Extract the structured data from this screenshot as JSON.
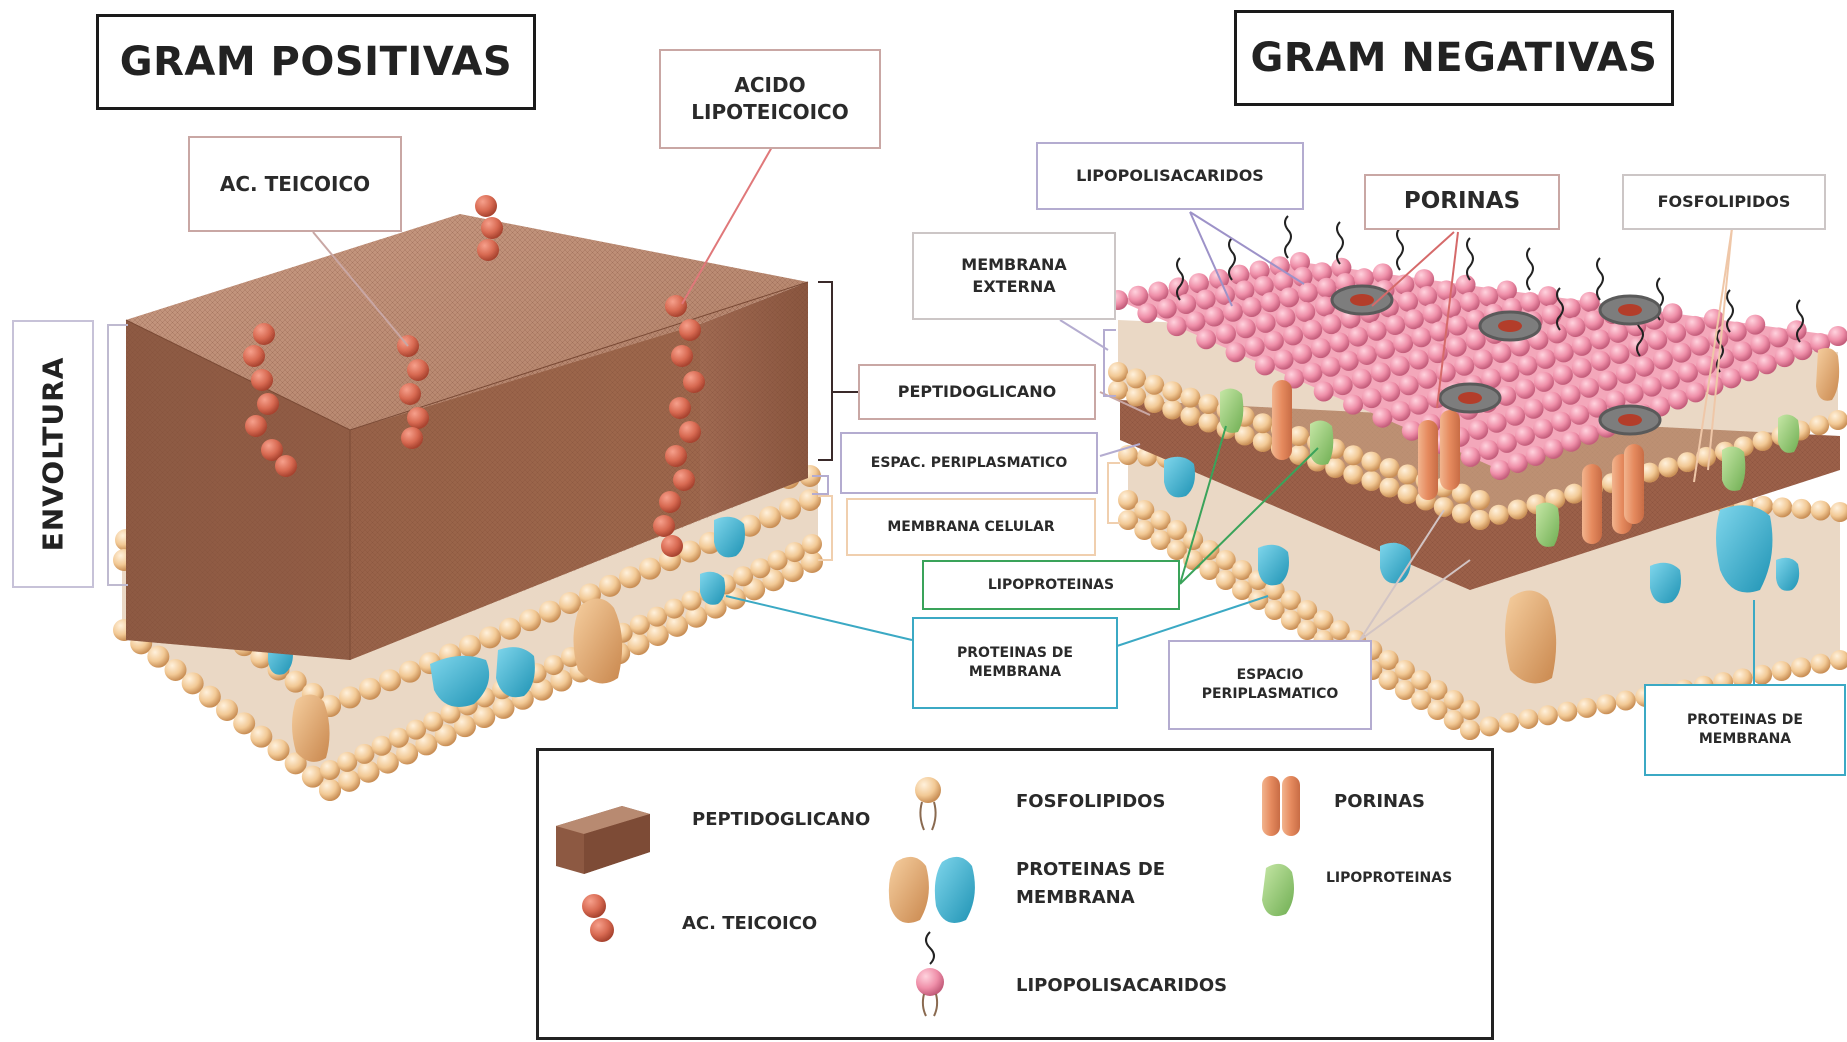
{
  "titles": {
    "gram_pos": "GRAM POSITIVAS",
    "gram_neg": "GRAM NEGATIVAS"
  },
  "labels": {
    "ac_teicoico": "AC. TEICOICO",
    "acido_lipoteicoico": "ACIDO LIPOTEICOICO",
    "envoltura": "ENVOLTURA",
    "lipopolisacaridos": "LIPOPOLISACARIDOS",
    "porinas": "PORINAS",
    "fosfolipidos": "FOSFOLIPIDOS",
    "membrana_externa": "MEMBRANA EXTERNA",
    "peptidoglicano": "PEPTIDOGLICANO",
    "espac_periplasmatico": "ESPAC. PERIPLASMATICO",
    "membrana_celular": "MEMBRANA  CELULAR",
    "lipoproteinas": "LIPOPROTEINAS",
    "proteinas_membrana_center": "PROTEINAS  DE MEMBRANA",
    "espacio_periplasmatico": "ESPACIO PERIPLASMATICO",
    "proteinas_membrana_right": "PROTEINAS  DE MEMBRANA"
  },
  "legend": {
    "peptidoglicano": "PEPTIDOGLICANO",
    "ac_teicoico": "AC. TEICOICO",
    "fosfolipidos": "FOSFOLIPIDOS",
    "proteinas_membrana": "PROTEINAS  DE MEMBRANA",
    "lipopolisacaridos": "LIPOPOLISACARIDOS",
    "porinas": "PORINAS",
    "lipoproteinas": "LIPOPROTEINAS"
  },
  "colors": {
    "peptidoglycan": "#9b6a52",
    "phospholipid_head": "#f0c493",
    "teichoic": "#d96c55",
    "protein_blue": "#3bb3d1",
    "protein_tan": "#e0a36a",
    "lipoprotein": "#9bcb7d",
    "lps_head": "#ec8fa8",
    "porin": "#e59870"
  }
}
